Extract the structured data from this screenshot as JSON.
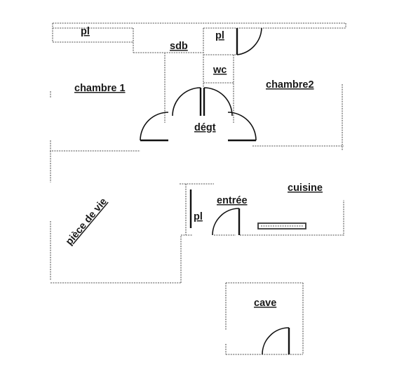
{
  "rooms": {
    "pl_top_left": "pl",
    "sdb": "sdb",
    "pl_top_center": "pl",
    "wc": "wc",
    "chambre1": "chambre 1",
    "chambre2": "chambre2",
    "degt": "dégt",
    "piece_de_vie": "pièce de vie",
    "cuisine": "cuisine",
    "entree": "entrée",
    "pl_entree": "pl",
    "cave": "cave"
  }
}
